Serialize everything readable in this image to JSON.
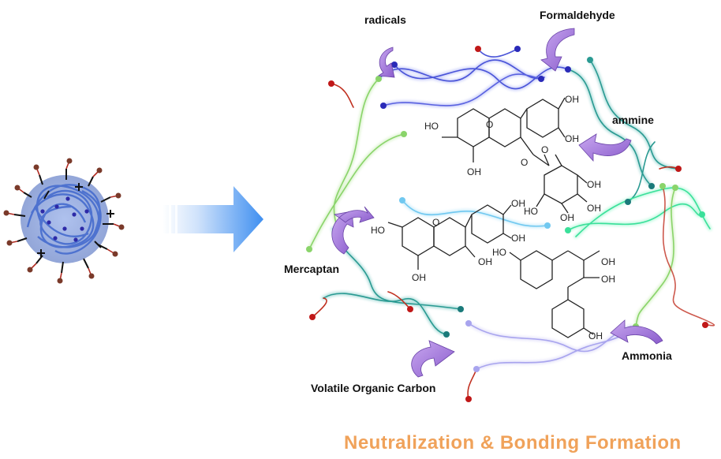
{
  "labels": {
    "radicals": "radicals",
    "formaldehyde": "Formaldehyde",
    "ammine": "ammine",
    "mercaptan": "Mercaptan",
    "volatile": "Volatile Organic Carbon",
    "ammonia": "Ammonia"
  },
  "caption": "Neutralization & Bonding Formation",
  "chem": {
    "oh": "OH",
    "ho": "HO",
    "o": "O"
  },
  "colors": {
    "arrow_main": "#3f8ff0",
    "curved_arrow": "#a070d8",
    "caption": "#f0a25a"
  }
}
